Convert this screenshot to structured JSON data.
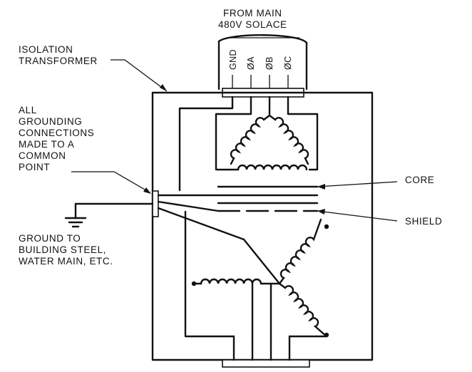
{
  "labels": {
    "source": [
      "FROM MAIN",
      "480V SOLACE"
    ],
    "transformer": [
      "ISOLATION",
      "TRANSFORMER"
    ],
    "grounding": [
      "ALL",
      "GROUNDING",
      "CONNECTIONS",
      "MADE TO A",
      "COMMON",
      "POINT"
    ],
    "ground": [
      "GROUND TO",
      "BUILDING STEEL,",
      "WATER MAIN, ETC."
    ],
    "core": "CORE",
    "shield": "SHIELD"
  },
  "terminals": [
    "GND",
    "ØA",
    "ØB",
    "ØC"
  ]
}
